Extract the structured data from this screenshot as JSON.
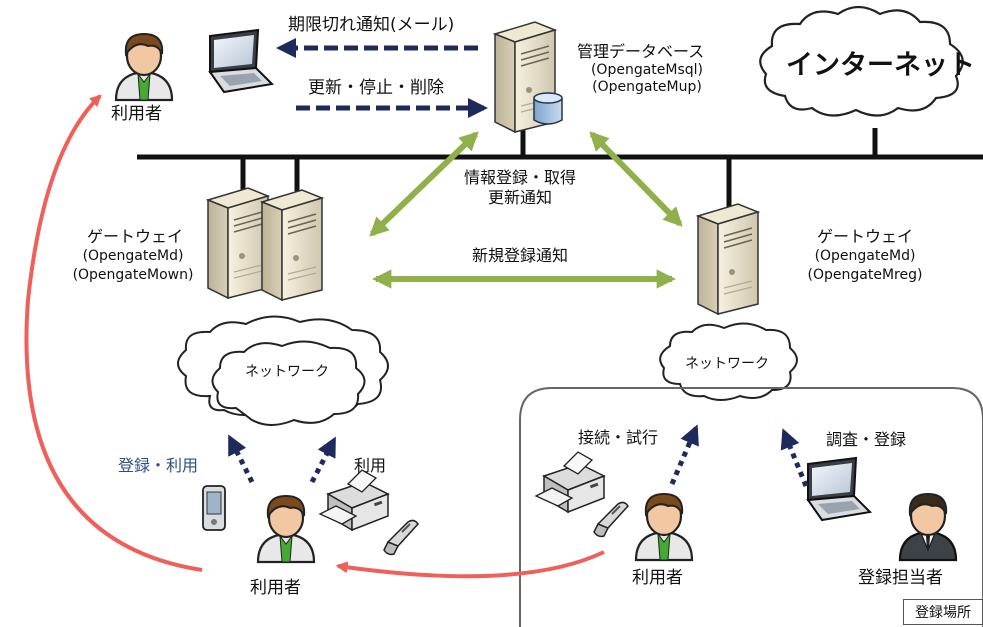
{
  "labels": {
    "user_topleft": "利用者",
    "notice_expire": "期限切れ通知(メール)",
    "update_ops": "更新・停止・削除",
    "db_title": "管理データベース",
    "db_sub1": "(OpengateMsql)",
    "db_sub2": "(OpengateMup)",
    "internet": "インターネット",
    "info_reg_1": "情報登録・取得",
    "info_reg_2": "更新通知",
    "gw_left_title": "ゲートウェイ",
    "gw_left_sub1": "(OpengateMd)",
    "gw_left_sub2": "(OpengateMown)",
    "gw_right_title": "ゲートウェイ",
    "gw_right_sub1": "(OpengateMd)",
    "gw_right_sub2": "(OpengateMreg)",
    "new_reg_notice": "新規登録通知",
    "network_left": "ネットワーク",
    "network_right": "ネットワーク",
    "reg_use": "登録・利用",
    "use": "利用",
    "user_bottom_left": "利用者",
    "connect_trial": "接続・試行",
    "survey_register": "調査・登録",
    "user_bottom_right": "利用者",
    "registrar": "登録担当者",
    "registration_site": "登録場所"
  },
  "colors": {
    "dashed_arrow": "#1f2a5c",
    "green_arrow": "#8fb04a",
    "red_arrow": "#f0605a",
    "network_line": "#111111",
    "label_blue": "#2e4e7e"
  },
  "icons": {
    "user": "person-icon",
    "admin": "admin-person-icon",
    "laptop": "laptop-icon",
    "server": "server-icon",
    "database": "database-icon",
    "cloud": "cloud-icon",
    "printer": "printer-icon",
    "phone": "phone-icon",
    "mobile": "mobile-icon"
  }
}
